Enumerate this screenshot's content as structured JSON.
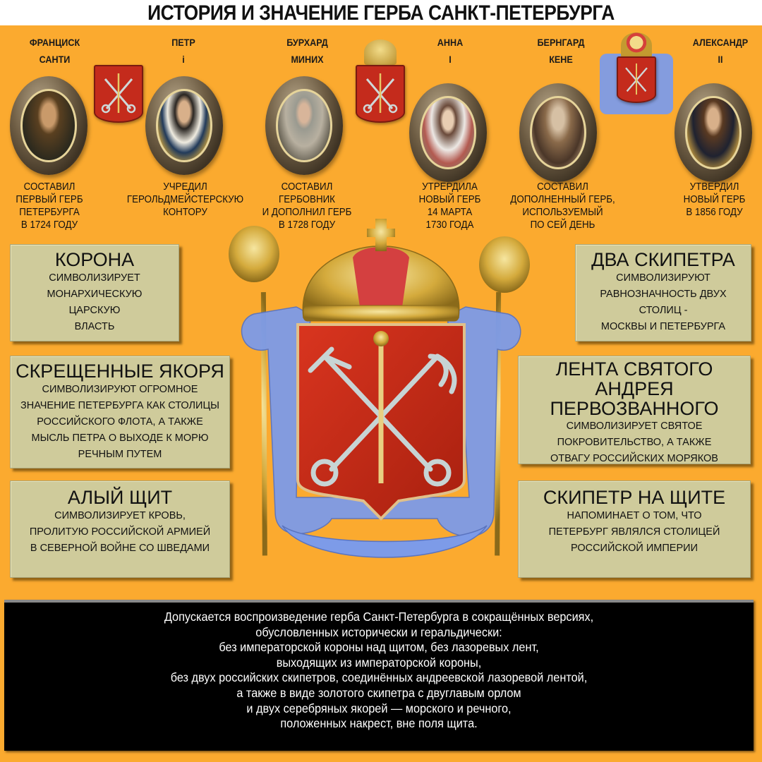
{
  "title": "ИСТОРИЯ И ЗНАЧЕНИЕ ГЕРБА САНКТ-ПЕТЕРБУРГА",
  "colors": {
    "background": "#fbaa2f",
    "panel": "#cfcb9b",
    "shield_red": "#c42b1c",
    "ribbon_blue": "#7d9be8",
    "gold": "#d9b23f",
    "notice_bg": "#000000"
  },
  "persons": [
    {
      "name": "ФРАНЦИСК\nСАНТИ",
      "name_line1": "ФРАНЦИСК",
      "name_line2": "САНТИ",
      "desc": "СОСТАВИЛ\nПЕРВЫЙ ГЕРБ\nПЕТЕРБУРГА\nВ 1724 ГОДУ"
    },
    {
      "name_line1": "ПЕТР",
      "name_line2": "i",
      "desc": "УЧРЕДИЛ\nГЕРОЛЬДМЕЙСТЕРСКУЮ\nКОНТОРУ"
    },
    {
      "name_line1": "БУРХАРД",
      "name_line2": "МИНИХ",
      "desc": "СОСТАВИЛ\nГЕРБОВНИК\nИ ДОПОЛНИЛ ГЕРБ\nВ 1728 ГОДУ"
    },
    {
      "name_line1": "АННА",
      "name_line2": "I",
      "desc": "УТРЕРДИЛА\nНОВЫЙ ГЕРБ\n14 МАРТА\n1730 ГОДА"
    },
    {
      "name_line1": "БЕРНГАРД",
      "name_line2": "КЕНЕ",
      "desc": "СОСТАВИЛ\nДОПОЛНЕННЫЙ ГЕРБ,\nИСПОЛЬЗУЕМЫЙ\nПО СЕЙ ДЕНЬ"
    },
    {
      "name_line1": "АЛЕКСАНДР",
      "name_line2": "II",
      "desc": "УТВЕРДИЛ\nНОВЫЙ ГЕРБ\nВ 1856 ГОДУ"
    }
  ],
  "panels": {
    "crown": {
      "title": "КОРОНА",
      "text": "СИМВОЛИЗИРУЕТ\nМОНАРХИЧЕСКУЮ\nЦАРСКУЮ\nВЛАСТЬ"
    },
    "anchors": {
      "title": "СКРЕЩЕННЫЕ ЯКОРЯ",
      "text": "СИМВОЛИЗИРУЮТ ОГРОМНОЕ\nЗНАЧЕНИЕ ПЕТЕРБУРГА КАК СТОЛИЦЫ\nРОССИЙСКОГО ФЛОТА, А ТАКЖЕ\nМЫСЛЬ ПЕТРА О ВЫХОДЕ К МОРЮ\nРЕЧНЫМ ПУТЕМ"
    },
    "shield": {
      "title": "АЛЫЙ ЩИТ",
      "text": "СИМВОЛИЗИРУЕТ КРОВЬ,\nПРОЛИТУЮ РОССИЙСКОЙ АРМИЕЙ\nВ СЕВЕРНОЙ ВОЙНЕ СО ШВЕДАМИ"
    },
    "sceptres": {
      "title": "ДВА СКИПЕТРА",
      "text": "СИМВОЛИЗИРУЮТ\nРАВНОЗНАЧНОСТЬ ДВУХ\nСТОЛИЦ -\nМОСКВЫ И ПЕТЕРБУРГА"
    },
    "ribbon": {
      "title": "ЛЕНТА СВЯТОГО АНДРЕЯ\nПЕРВОЗВАННОГО",
      "text": "СИМВОЛИЗИРУЕТ СВЯТОЕ\nПОКРОВИТЕЛЬСТВО, А ТАКЖЕ\nОТВАГУ  РОССИЙСКИХ МОРЯКОВ"
    },
    "sceptre_on_shield": {
      "title": "СКИПЕТР НА ЩИТЕ",
      "text": "НАПОМИНАЕТ О ТОМ, ЧТО\nПЕТЕРБУРГ ЯВЛЯЛСЯ СТОЛИЦЕЙ\nРОССИЙСКОЙ ИМПЕРИИ"
    }
  },
  "notice": {
    "text": "Допускается воспроизведение герба Санкт-Петербурга в сокращённых версиях,\nобусловленных исторически и геральдически:\nбез императорской короны над щитом, без лазоревых лент,\nвыходящих из императорской короны,\nбез двух российских скипетров, соединённых андреевской лазоревой лентой,\nа также в виде золотого скипетра с двуглавым орлом\nи двух серебряных якорей — морского и речного,\nположенных накрест, вне поля щита."
  }
}
